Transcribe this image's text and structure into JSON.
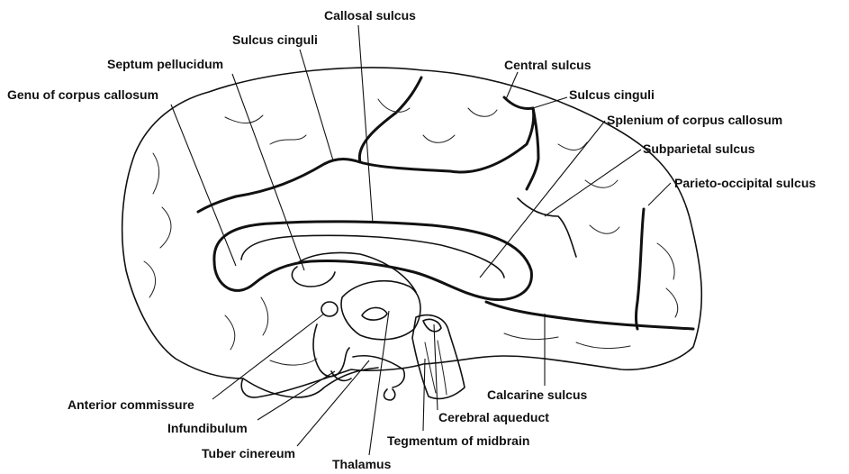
{
  "labels": {
    "callosal_sulcus": "Callosal sulcus",
    "sulcus_cinguli_top": "Sulcus cinguli",
    "septum_pellucidum": "Septum pellucidum",
    "genu_corpus_callosum": "Genu of corpus callosum",
    "central_sulcus": "Central sulcus",
    "sulcus_cinguli_right": "Sulcus cinguli",
    "splenium_corpus_callosum": "Splenium of corpus callosum",
    "subparietal_sulcus": "Subparietal sulcus",
    "parieto_occipital_sulcus": "Parieto-occipital sulcus",
    "anterior_commissure": "Anterior commissure",
    "infundibulum": "Infundibulum",
    "tuber_cinereum": "Tuber cinereum",
    "thalamus": "Thalamus",
    "calcarine_sulcus": "Calcarine sulcus",
    "cerebral_aqueduct": "Cerebral aqueduct",
    "tegmentum_midbrain": "Tegmentum of midbrain"
  }
}
